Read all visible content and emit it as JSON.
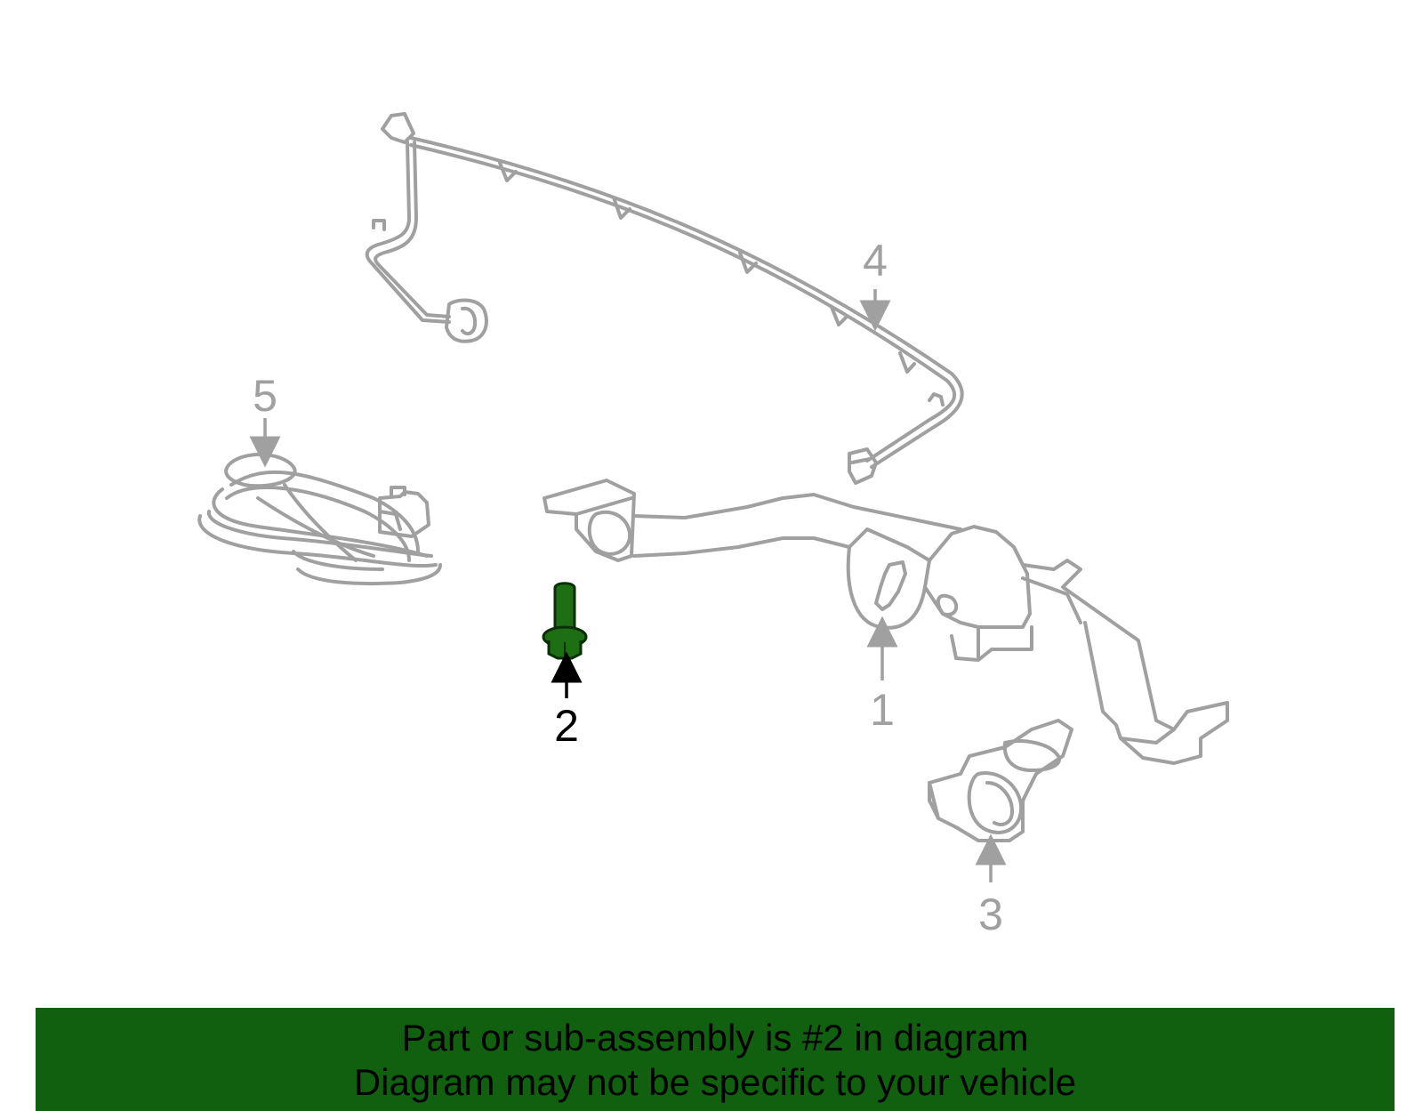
{
  "colors": {
    "part_outline": "#a0a0a0",
    "highlight_part": "#1e6e14",
    "highlight_stroke": "#0a2e06",
    "banner_background": "#106010",
    "banner_text": "#000000",
    "background": "#ffffff"
  },
  "callouts": [
    {
      "number": "1",
      "highlighted": false
    },
    {
      "number": "2",
      "highlighted": true
    },
    {
      "number": "3",
      "highlighted": false
    },
    {
      "number": "4",
      "highlighted": false
    },
    {
      "number": "5",
      "highlighted": false
    }
  ],
  "banner": {
    "line1": "Part or sub-assembly is #2 in diagram",
    "line2": "Diagram may not be specific to your vehicle"
  }
}
